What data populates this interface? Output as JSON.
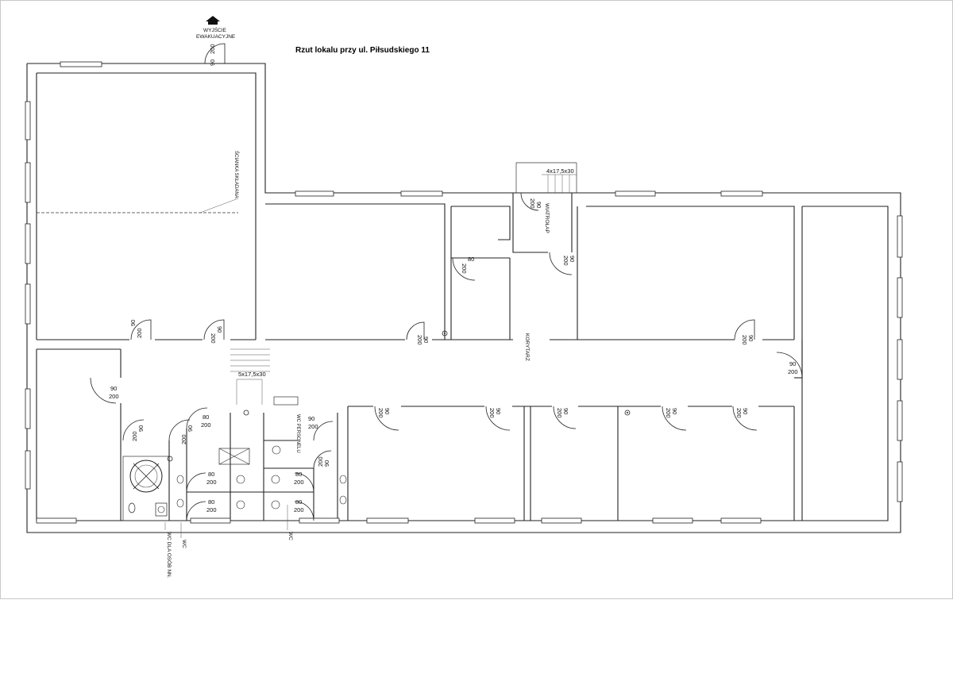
{
  "title": "Rzut lokalu przy ul. Piłsudskiego 11",
  "exit": {
    "line1": "WYJŚCIE",
    "line2": "EWAKUACYJNE",
    "icon": "exit-arrow-icon"
  },
  "labels": {
    "folding_wall": "ŚCIANKA SKŁADANA",
    "vestibule": "WIATROŁAP",
    "corridor": "KORYTARZ",
    "staff_wc": "WC PERSONELU",
    "wc": "WC",
    "wc_disabled": "WC DLA OSÓB NN.",
    "stairs_top": "4x17,5x30",
    "stairs_mid": "5x17,5x30"
  },
  "doors": {
    "d90": "90",
    "d80": "80",
    "h200": "200"
  },
  "icons": [
    "exit-arrow-icon",
    "wheelchair-icon",
    "toilet-icon",
    "sink-icon",
    "lift-icon",
    "sensor-icon"
  ]
}
